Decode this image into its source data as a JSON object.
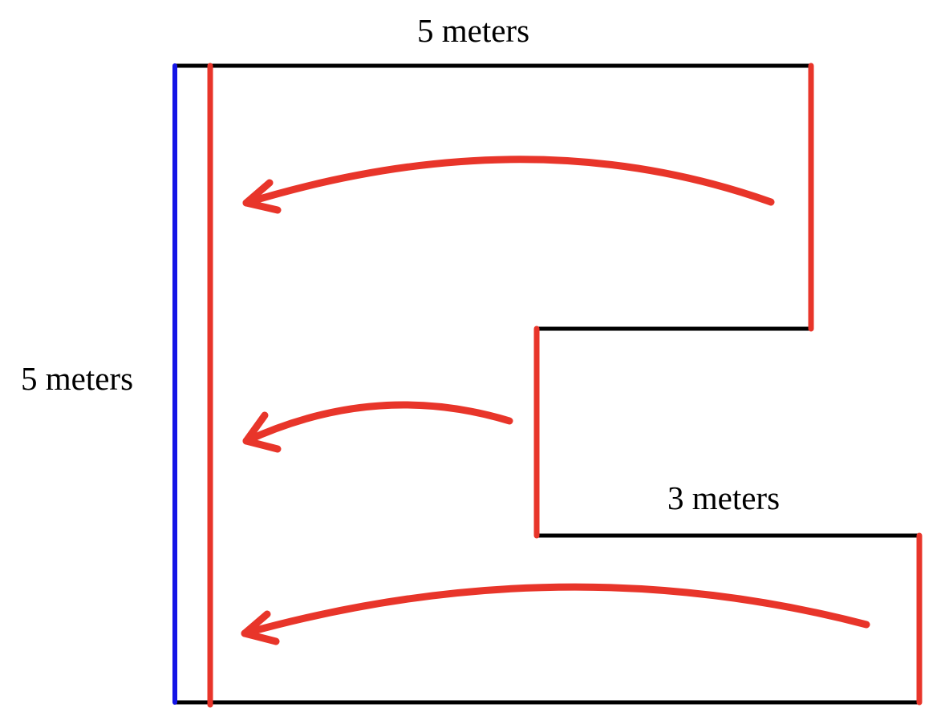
{
  "labels": {
    "top_width": "5 meters",
    "left_height": "5 meters",
    "step_width": "3 meters"
  },
  "colors": {
    "outline": "#000000",
    "highlight": "#e8352a",
    "axis": "#1414e6"
  }
}
